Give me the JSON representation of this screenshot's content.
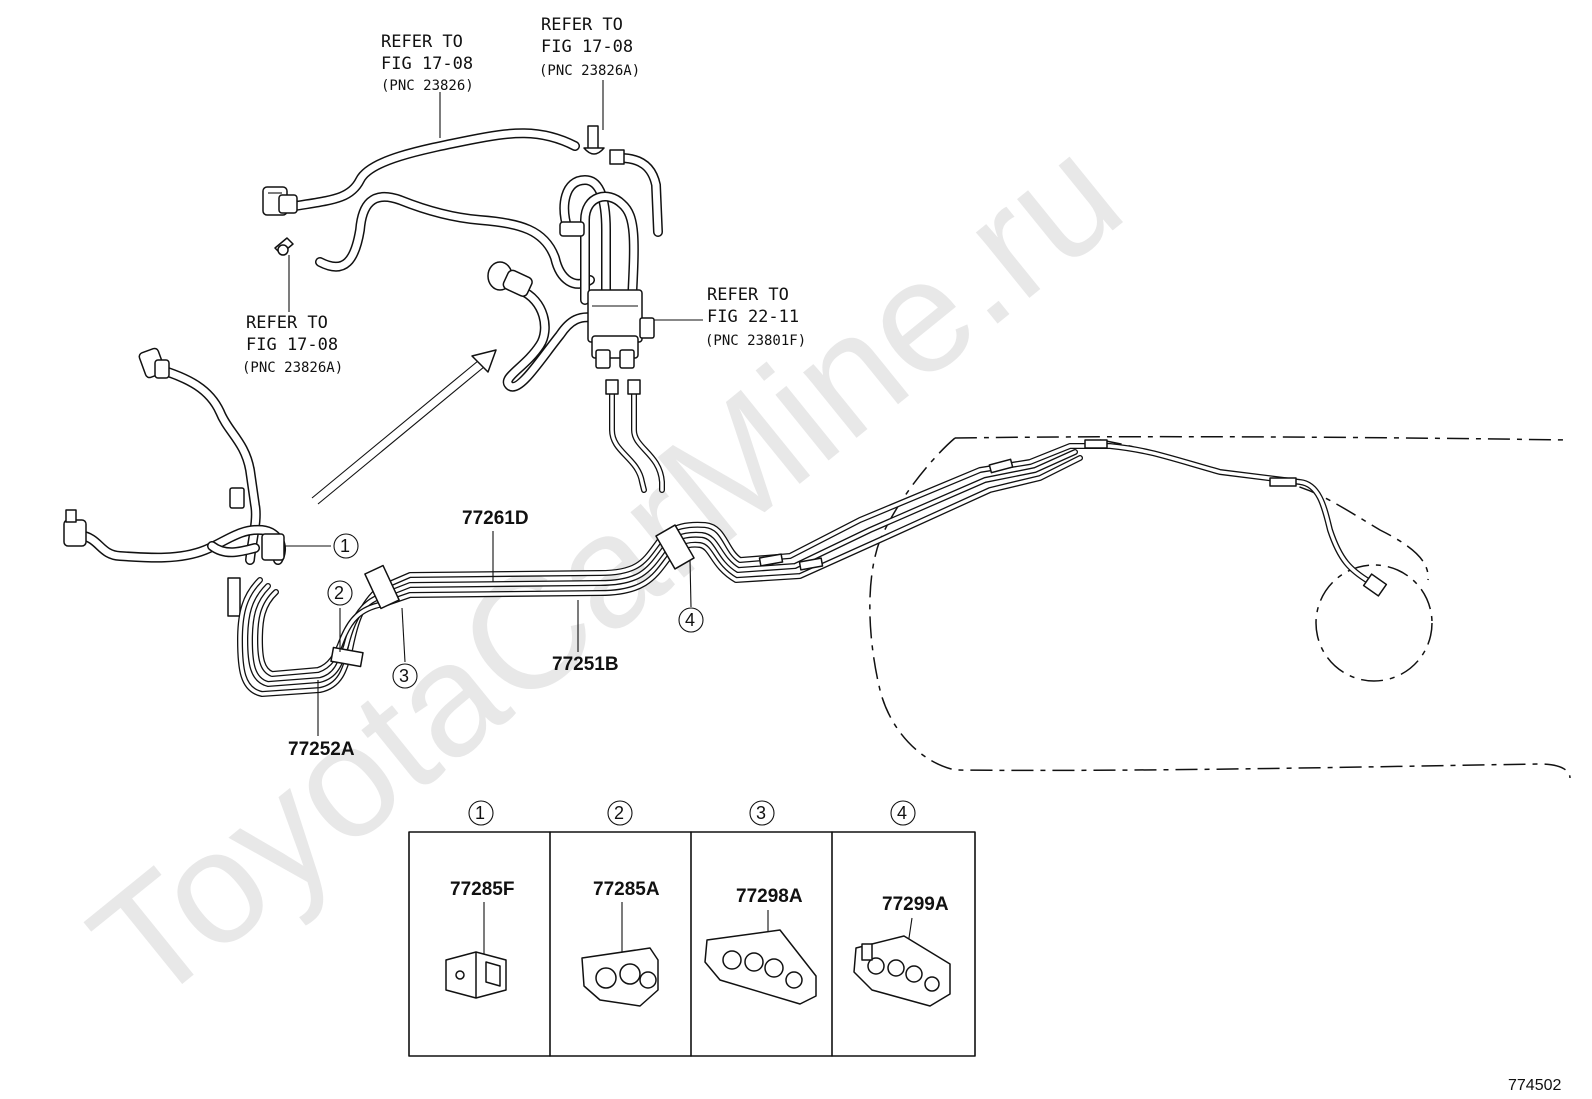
{
  "watermark": "ToyotaCarMine.ru",
  "reference_number": "774502",
  "refer_notes": [
    {
      "line1": "REFER TO",
      "line2": "FIG 17-08",
      "pnc": "(PNC 23826)"
    },
    {
      "line1": "REFER TO",
      "line2": "FIG 17-08",
      "pnc": "(PNC 23826A)"
    },
    {
      "line1": "REFER TO",
      "line2": "FIG 17-08",
      "pnc": "(PNC 23826A)"
    },
    {
      "line1": "REFER TO",
      "line2": "FIG 22-11",
      "pnc": "(PNC 23801F)"
    }
  ],
  "part_labels": {
    "tube_main_upper": "77261D",
    "tube_main_lower": "77251B",
    "tube_front": "77252A"
  },
  "callout_marks": [
    "①",
    "②",
    "③",
    "④"
  ],
  "clamp_table": [
    {
      "mark": "①",
      "part_number": "77285F"
    },
    {
      "mark": "②",
      "part_number": "77285A"
    },
    {
      "mark": "③",
      "part_number": "77298A"
    },
    {
      "mark": "④",
      "part_number": "77299A"
    }
  ]
}
